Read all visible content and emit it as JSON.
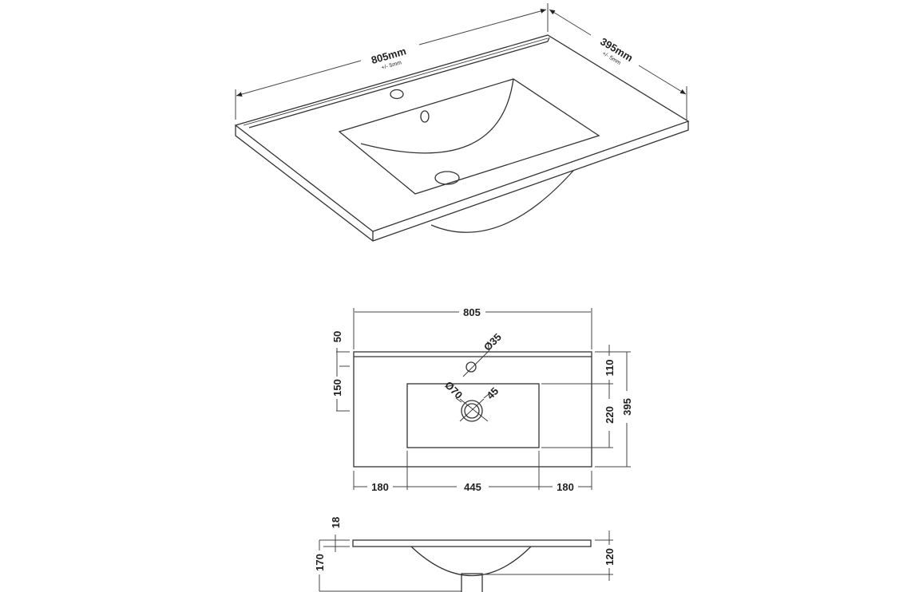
{
  "isometric_view": {
    "width_label": "805mm",
    "width_tolerance": "+/- 5mm",
    "depth_label": "395mm",
    "depth_tolerance": "+/- 5mm"
  },
  "plan_view": {
    "overall_width": "805",
    "splashback_depth": "50",
    "tap_offset": "150",
    "tap_hole_diameter": "Ø35",
    "waste_diameter": "Ø70",
    "waste_angle": "45",
    "back_to_basin": "110",
    "basin_depth": "220",
    "overall_depth": "395",
    "left_margin": "180",
    "basin_width": "445",
    "right_margin": "180"
  },
  "side_view": {
    "slab_thickness": "18",
    "overall_height": "170",
    "bowl_depth": "120"
  }
}
